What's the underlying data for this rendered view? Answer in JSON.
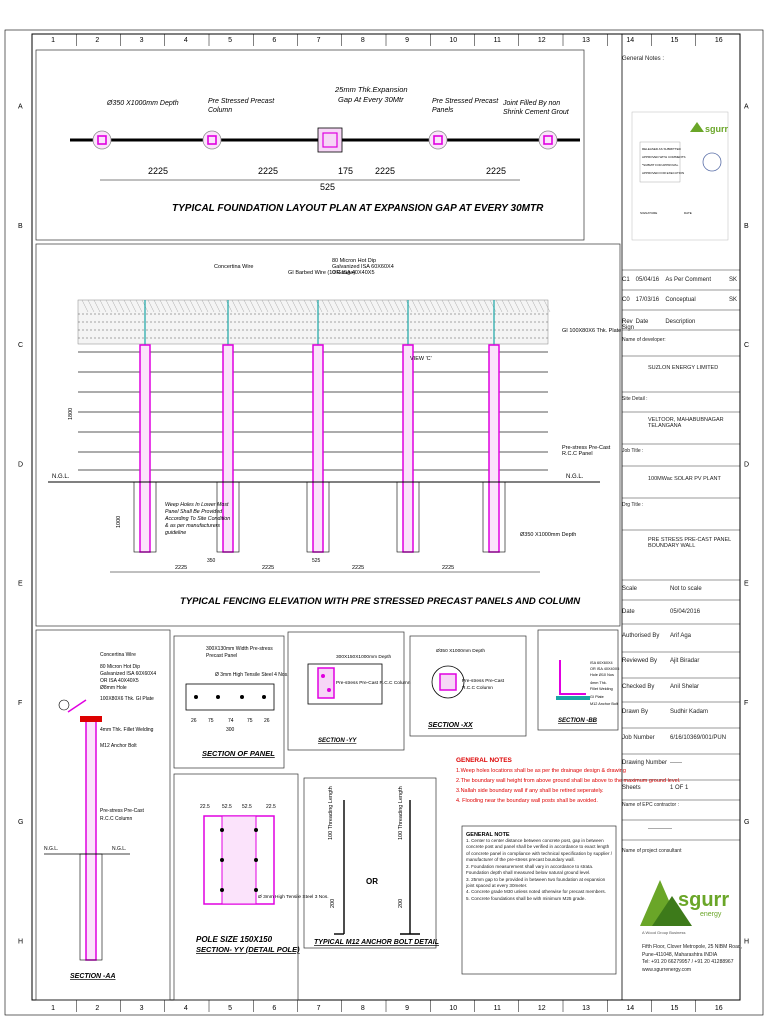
{
  "grid": {
    "cols": [
      "1",
      "2",
      "3",
      "4",
      "5",
      "6",
      "7",
      "8",
      "9",
      "10",
      "11",
      "12",
      "13",
      "14",
      "15",
      "16"
    ],
    "rows": [
      "A",
      "B",
      "C",
      "D",
      "E",
      "F",
      "G",
      "H"
    ]
  },
  "plan": {
    "title": "TYPICAL FOUNDATION  LAYOUT PLAN AT EXPANSION GAP AT EVERY 30MTR",
    "labels": {
      "depth": "Ø350 X1000mm Depth",
      "precast_column": "Pre Stressed Precast Column",
      "expansion": "25mm Thk.Expansion Gap At Every 30Mtr",
      "precast_panels": "Pre Stressed Precast Panels",
      "joint": "Joint Filled By non Shrink Cement Grout"
    },
    "dims": [
      "2225",
      "2225",
      "175",
      "2225",
      "2225",
      "525"
    ]
  },
  "elevation": {
    "title": "TYPICAL FENCING ELEVATION WITH PRE STRESSED  PRECAST PANELS AND COLUMN",
    "labels": {
      "concertina": "Concertina Wire",
      "barbed": "GI Barbed Wire (10 Gauge)",
      "micron": "80 Micron Hot Dip Galvanized ISA 60X60X4 OR ISA 40X40X5",
      "plate": "GI 100X80X6 Thk. Plate",
      "view_c": "VIEW 'C'",
      "rcc_panel": "Pre-stress Pre-Cast R.C.C Panel",
      "ngl": "N.G.L.",
      "weep": "Weep Holes In Lower Most Panel Shall Be Provided According To Site Condition & as per manufacturers guideline",
      "depth": "Ø350 X1000mm Depth",
      "h1": "1800",
      "h2": "1000"
    },
    "dims": [
      "2225",
      "2225",
      "2225",
      "2225",
      "350",
      "525"
    ]
  },
  "section_aa": {
    "title": "SECTION -AA",
    "labels": [
      "Concertina Wire",
      "80 Micron Hot Dip",
      "Galvanized ISA 60X60X4",
      "OR ISA 40X40X5",
      "Ø8mm Hole",
      "100X80X6 Thk. GI Plate",
      "4mm Thk. Fillet Welding",
      "M12 Anchor Bolt",
      "Pre-stress Pre-Cast",
      "R.C.C Column",
      "N.G.L."
    ]
  },
  "section_panel": {
    "title": "SECTION OF PANEL",
    "labels": [
      "300X130mm Width Pre-stress",
      "Precast Panel",
      "Ø 3mm High Tensile Steel 4 Nos."
    ],
    "dims": [
      "26",
      "75",
      "74",
      "75",
      "26",
      "300"
    ]
  },
  "section_yy": {
    "title": "SECTION -YY",
    "labels": [
      "300X150X1000mm Depth",
      "Pre-stress Pre-Cast R.C.C Column"
    ]
  },
  "section_xx": {
    "title": "SECTION -XX",
    "labels": [
      "Ø350 X1000mm Depth",
      "Pre-stress Pre-Cast",
      "R.C.C Column"
    ]
  },
  "section_bb": {
    "title": "SECTION -BB",
    "labels": [
      "ISA 60X60X4",
      "OR ISA 40X40X5",
      "Hole Ø10 Nos",
      "4mm Thk.",
      "Fillet Welding",
      "GI Plate",
      "M12 Anchor Bolt"
    ]
  },
  "notes_red": {
    "heading": "GENERAL NOTES",
    "items": [
      "1.Weep holes locations shall be as per the drainage design & drawing",
      "2.The boundary wall height from above ground shall be above to the maximum ground level.",
      "3.Nallah side boundary wall if any shall be retired seperately.",
      "4. Flooding near the boundary wall posts shall be avoided."
    ]
  },
  "pole": {
    "title": "POLE SIZE 150X150",
    "subtitle": "SECTION- YY (DETAIL POLE)",
    "dims": [
      "22.5",
      "52.5",
      "52.5",
      "22.5"
    ],
    "note": "Ø 3mm High Tensile Steel 3 Nos."
  },
  "anchor": {
    "title": "TYPICAL M12 ANCHOR BOLT DETAIL",
    "or_text": "OR",
    "thread": "100 Threading Length",
    "dim": "200"
  },
  "general_note": {
    "heading": "GENERAL NOTE",
    "items": [
      "1. Center to center distance between concrete post, gap in between concrete post and panel shall be verified in accordance to exact length of concrete panel in compliance with technical specification by supplier / manufacturer of the pre-stress precast boundary wall.",
      "2. Foundation measurement shall vary in accordance to strata. Foundation depth shall measured below natural ground level.",
      "3. 25mm gap to be provided in between two foundation at expansion joint spaced at every 30meter.",
      "4. Concrete grade M30 unless noted otherwise for precast members.",
      "5. Concrete foundations shall be with minimum M25 grade."
    ]
  },
  "title_block": {
    "general_notes": "General Notes :",
    "stamp_lines": [
      "RELEASED AS SUBMITTED",
      "APPROVED WITH COMMENTS",
      "*SUBMIT FOR APPROVAL",
      "APPROVED FOR EXECUTION",
      "SIGNATURE",
      "DATE"
    ],
    "revisions": [
      {
        "rev": "C1",
        "date": "05/04/16",
        "desc": "As Per Comment",
        "sign": "SK"
      },
      {
        "rev": "C0",
        "date": "17/03/16",
        "desc": "Conceptual",
        "sign": "SK"
      }
    ],
    "rev_header": {
      "rev": "Rev",
      "date": "Date",
      "desc": "Description",
      "sign": "Sign"
    },
    "developer_label": "Name of developer:",
    "developer": "SUZLON ENERGY LIMITED",
    "site_label": "Site Detail :",
    "site": "VELTOOR, MAHABUBNAGAR TELANGANA",
    "job_label": "Job Title :",
    "job": "100MWac SOLAR PV PLANT",
    "drg_label": "Drg Title :",
    "drg": "PRE STRESS PRE-CAST PANEL BOUNDARY WALL",
    "fields": [
      {
        "k": "Scale",
        "v": "Not to scale"
      },
      {
        "k": "Date",
        "v": "05/04/2016"
      },
      {
        "k": "Authorised By",
        "v": "Arif Aga"
      },
      {
        "k": "Reviewed By",
        "v": "Ajit Biradar"
      },
      {
        "k": "Checked By",
        "v": "Anil Shelar"
      },
      {
        "k": "Drawn By",
        "v": "Sudhir Kadam"
      },
      {
        "k": "Job Number",
        "v": "6/16/10369/001/PUN"
      },
      {
        "k": "Drawing Number",
        "v": "------"
      },
      {
        "k": "Sheets",
        "v": "1 OF 1"
      }
    ],
    "epc_label": "Name of EPC contractor :",
    "epc": "------------",
    "consultant_label": "Name of project consultant",
    "logo": "sgurr",
    "logo_sub": "energy",
    "logo_tag": "A Wood Group Business",
    "address": [
      "Fifth Floor, Clover Metropole, 25 NIBM Road,",
      "Pune-411048, Maharashtra INDIA",
      "Tel: +91 20 66279957 / +91 20 41288967",
      "www.sgurrenergy.com"
    ]
  },
  "colors": {
    "magenta": "#e000e0",
    "red": "#dd0000",
    "teal": "#1aa6a6",
    "green": "#6aa628"
  }
}
